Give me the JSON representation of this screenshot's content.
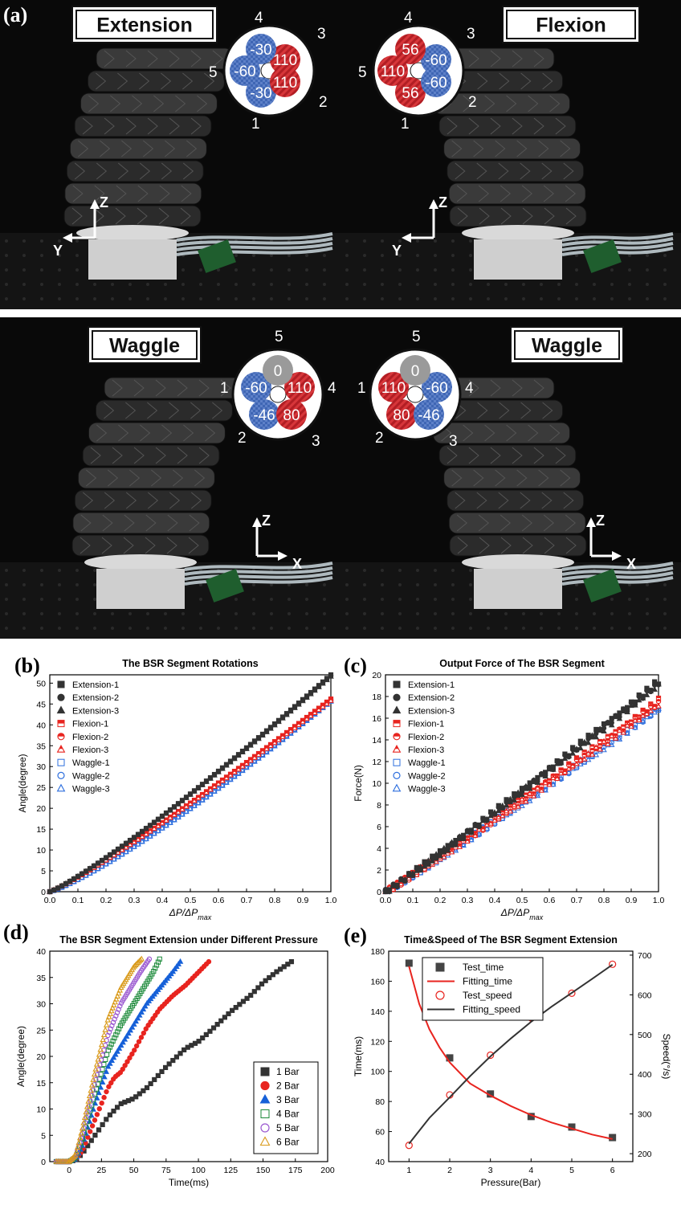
{
  "panel_labels": {
    "a": "(a)",
    "b": "(b)",
    "c": "(c)",
    "d": "(d)",
    "e": "(e)"
  },
  "photos": [
    {
      "label": "Extension",
      "axes": [
        "Z",
        "Y"
      ],
      "order": [
        "1",
        "2",
        "3",
        "4",
        "5"
      ],
      "chambers": [
        {
          "value": "-30",
          "color": "#3f66b4"
        },
        {
          "value": "110",
          "color": "#c3232a"
        },
        {
          "value": "110",
          "color": "#c3232a"
        },
        {
          "value": "-30",
          "color": "#3f66b4"
        },
        {
          "value": "-60",
          "color": "#3f66b4"
        }
      ]
    },
    {
      "label": "Flexion",
      "axes": [
        "Z",
        "Y"
      ],
      "order": [
        "1",
        "2",
        "3",
        "4",
        "5"
      ],
      "chambers": [
        {
          "value": "56",
          "color": "#c3232a"
        },
        {
          "value": "-60",
          "color": "#3f66b4"
        },
        {
          "value": "-60",
          "color": "#3f66b4"
        },
        {
          "value": "56",
          "color": "#c3232a"
        },
        {
          "value": "110",
          "color": "#c3232a"
        }
      ]
    },
    {
      "label": "Waggle",
      "axes": [
        "Z",
        "X"
      ],
      "order": [
        "1",
        "2",
        "3",
        "4",
        "5"
      ],
      "chambers": [
        {
          "value": "-60",
          "color": "#3f66b4"
        },
        {
          "value": "-46",
          "color": "#3f66b4"
        },
        {
          "value": "80",
          "color": "#c3232a"
        },
        {
          "value": "110",
          "color": "#c3232a"
        },
        {
          "value": "0",
          "color": "#9a9a9a"
        }
      ]
    },
    {
      "label": "Waggle",
      "axes": [
        "Z",
        "X"
      ],
      "order": [
        "1",
        "2",
        "3",
        "4",
        "5"
      ],
      "chambers": [
        {
          "value": "110",
          "color": "#c3232a"
        },
        {
          "value": "80",
          "color": "#c3232a"
        },
        {
          "value": "-46",
          "color": "#3f66b4"
        },
        {
          "value": "-60",
          "color": "#3f66b4"
        },
        {
          "value": "0",
          "color": "#9a9a9a"
        }
      ]
    }
  ],
  "chart_data": [
    {
      "id": "b",
      "type": "scatter",
      "title": "The BSR Segment Rotations",
      "xlabel": "ΔP/ΔPmax",
      "ylabel": "Angle(degree)",
      "xlim": [
        0,
        1.0
      ],
      "ylim": [
        0,
        52
      ],
      "xticks": [
        "0.0",
        "0.1",
        "0.2",
        "0.3",
        "0.4",
        "0.5",
        "0.6",
        "0.7",
        "0.8",
        "0.9",
        "1.0"
      ],
      "yticks": [
        "0",
        "5",
        "10",
        "15",
        "20",
        "25",
        "30",
        "35",
        "40",
        "45",
        "50"
      ],
      "legend_position": "top-left",
      "series": [
        {
          "name": "Extension-1",
          "color": "#333333",
          "marker": "square-filled",
          "end": 52,
          "curve": 1.15
        },
        {
          "name": "Extension-2",
          "color": "#333333",
          "marker": "circle-filled",
          "end": 51.8,
          "curve": 1.15
        },
        {
          "name": "Extension-3",
          "color": "#333333",
          "marker": "triangle-filled",
          "end": 51.6,
          "curve": 1.15
        },
        {
          "name": "Flexion-1",
          "color": "#e8241f",
          "marker": "square-half",
          "end": 46.2,
          "curve": 1.12
        },
        {
          "name": "Flexion-2",
          "color": "#e8241f",
          "marker": "circle-half",
          "end": 46.0,
          "curve": 1.12
        },
        {
          "name": "Flexion-3",
          "color": "#e8241f",
          "marker": "triangle-half",
          "end": 45.8,
          "curve": 1.12
        },
        {
          "name": "Waggle-1",
          "color": "#2e6fde",
          "marker": "square-open",
          "end": 46.0,
          "curve": 1.2
        },
        {
          "name": "Waggle-2",
          "color": "#2e6fde",
          "marker": "circle-open",
          "end": 45.8,
          "curve": 1.2
        },
        {
          "name": "Waggle-3",
          "color": "#2e6fde",
          "marker": "triangle-open",
          "end": 45.6,
          "curve": 1.2
        }
      ]
    },
    {
      "id": "c",
      "type": "scatter",
      "title": "Output Force of The BSR Segment",
      "xlabel": "ΔP/ΔPmax",
      "ylabel": "Force(N)",
      "xlim": [
        0,
        1.0
      ],
      "ylim": [
        0,
        20
      ],
      "xticks": [
        "0.0",
        "0.1",
        "0.2",
        "0.3",
        "0.4",
        "0.5",
        "0.6",
        "0.7",
        "0.8",
        "0.9",
        "1.0"
      ],
      "yticks": [
        "0",
        "2",
        "4",
        "6",
        "8",
        "10",
        "12",
        "14",
        "16",
        "18",
        "20"
      ],
      "legend_position": "top-left",
      "series": [
        {
          "name": "Extension-1",
          "color": "#333333",
          "marker": "square-filled",
          "end": 19.4,
          "curve": 1.05
        },
        {
          "name": "Extension-2",
          "color": "#333333",
          "marker": "circle-filled",
          "end": 19.2,
          "curve": 1.05
        },
        {
          "name": "Extension-3",
          "color": "#333333",
          "marker": "triangle-filled",
          "end": 19.0,
          "curve": 1.05
        },
        {
          "name": "Flexion-1",
          "color": "#e8241f",
          "marker": "square-half",
          "end": 17.6,
          "curve": 1.05
        },
        {
          "name": "Flexion-2",
          "color": "#e8241f",
          "marker": "circle-half",
          "end": 17.4,
          "curve": 1.05
        },
        {
          "name": "Flexion-3",
          "color": "#e8241f",
          "marker": "triangle-half",
          "end": 17.2,
          "curve": 1.05
        },
        {
          "name": "Waggle-1",
          "color": "#2e6fde",
          "marker": "square-open",
          "end": 17.0,
          "curve": 1.05
        },
        {
          "name": "Waggle-2",
          "color": "#2e6fde",
          "marker": "circle-open",
          "end": 16.9,
          "curve": 1.05
        },
        {
          "name": "Waggle-3",
          "color": "#2e6fde",
          "marker": "triangle-open",
          "end": 16.8,
          "curve": 1.05
        }
      ]
    },
    {
      "id": "d",
      "type": "scatter",
      "title": "The BSR Segment Extension under Different Pressure",
      "xlabel": "Time(ms)",
      "ylabel": "Angle(degree)",
      "xlim": [
        -15,
        200
      ],
      "ylim": [
        0,
        40
      ],
      "xticks": [
        "0",
        "25",
        "50",
        "75",
        "100",
        "125",
        "150",
        "175",
        "200"
      ],
      "yticks": [
        "0",
        "5",
        "10",
        "15",
        "20",
        "25",
        "30",
        "35",
        "40"
      ],
      "legend_position": "bottom-right",
      "series": [
        {
          "name": "1 Bar",
          "color": "#333333",
          "marker": "square-filled",
          "t": [
            0,
            5,
            10,
            20,
            30,
            40,
            50,
            60,
            75,
            90,
            100,
            110,
            125,
            140,
            150,
            160,
            172
          ],
          "v": [
            0,
            0.3,
            1.5,
            5,
            8.5,
            11,
            12,
            14,
            18,
            21.5,
            22.8,
            25,
            28.5,
            31.5,
            34,
            36,
            38
          ]
        },
        {
          "name": "2 Bar",
          "color": "#e8241f",
          "marker": "circle-filled",
          "t": [
            0,
            5,
            10,
            20,
            30,
            35,
            40,
            50,
            60,
            70,
            80,
            90,
            100,
            108
          ],
          "v": [
            0,
            0.5,
            2,
            8,
            14,
            16,
            17,
            21,
            25.5,
            29,
            31.5,
            33.5,
            36,
            38
          ]
        },
        {
          "name": "3 Bar",
          "color": "#1660d8",
          "marker": "triangle-filled",
          "t": [
            0,
            5,
            10,
            20,
            30,
            40,
            50,
            60,
            70,
            80,
            86
          ],
          "v": [
            0,
            0.5,
            3,
            11,
            18,
            22,
            26,
            30,
            33,
            36,
            38
          ]
        },
        {
          "name": "4 Bar",
          "color": "#1c8a3a",
          "marker": "square-open",
          "t": [
            0,
            5,
            10,
            20,
            30,
            40,
            50,
            60,
            65,
            70
          ],
          "v": [
            0,
            0.8,
            4,
            13,
            21,
            26,
            30,
            34,
            36,
            38.5
          ]
        },
        {
          "name": "5 Bar",
          "color": "#9b59d0",
          "marker": "circle-open",
          "t": [
            0,
            5,
            10,
            20,
            30,
            40,
            50,
            55,
            62
          ],
          "v": [
            0,
            1,
            5,
            15,
            24,
            30,
            34,
            36,
            38.5
          ]
        },
        {
          "name": "6 Bar",
          "color": "#d99a1a",
          "marker": "triangle-open",
          "t": [
            0,
            5,
            10,
            20,
            30,
            40,
            50,
            56
          ],
          "v": [
            0,
            1.2,
            6,
            17,
            27,
            33,
            37,
            38.5
          ]
        }
      ]
    },
    {
      "id": "e",
      "type": "scatter",
      "title": "Time&Speed of The  BSR Segment Extension",
      "xlabel": "Pressure(Bar)",
      "ylabel": "Time(ms)",
      "ylabel2": "Speed(°/s)",
      "xlim": [
        0.5,
        6.5
      ],
      "ylim": [
        40,
        180
      ],
      "ylim2": [
        180,
        710
      ],
      "xticks": [
        "1",
        "2",
        "3",
        "4",
        "5",
        "6"
      ],
      "yticks": [
        "40",
        "60",
        "80",
        "100",
        "120",
        "140",
        "160",
        "180"
      ],
      "yticks2": [
        "200",
        "300",
        "400",
        "500",
        "600",
        "700"
      ],
      "legend_position": "top-center",
      "x": [
        1,
        2,
        3,
        4,
        5,
        6
      ],
      "series": [
        {
          "name": "Test_time",
          "color": "#444444",
          "marker": "square-filled",
          "axis": "left",
          "values": [
            172,
            109,
            85,
            70,
            63,
            56
          ]
        },
        {
          "name": "Fitting_time",
          "color": "#e8241f",
          "marker": "line",
          "axis": "left",
          "fit": [
            [
              1,
              170
            ],
            [
              1.25,
              145
            ],
            [
              1.5,
              128
            ],
            [
              1.75,
              116
            ],
            [
              2,
              106
            ],
            [
              2.5,
              92
            ],
            [
              3,
              84
            ],
            [
              3.5,
              77
            ],
            [
              4,
              71
            ],
            [
              4.5,
              66
            ],
            [
              5,
              62
            ],
            [
              5.5,
              58
            ],
            [
              6,
              55
            ]
          ]
        },
        {
          "name": "Test_speed",
          "color": "#e8241f",
          "marker": "circle-open",
          "axis": "right",
          "values": [
            221,
            348,
            448,
            542,
            604,
            677
          ]
        },
        {
          "name": "Fitting_speed",
          "color": "#333333",
          "marker": "line",
          "axis": "right",
          "fit": [
            [
              1,
              225
            ],
            [
              1.5,
              290
            ],
            [
              2,
              342
            ],
            [
              2.5,
              395
            ],
            [
              3,
              445
            ],
            [
              3.5,
              490
            ],
            [
              4,
              532
            ],
            [
              4.5,
              570
            ],
            [
              5,
              605
            ],
            [
              5.5,
              640
            ],
            [
              6,
              676
            ]
          ]
        }
      ]
    }
  ]
}
